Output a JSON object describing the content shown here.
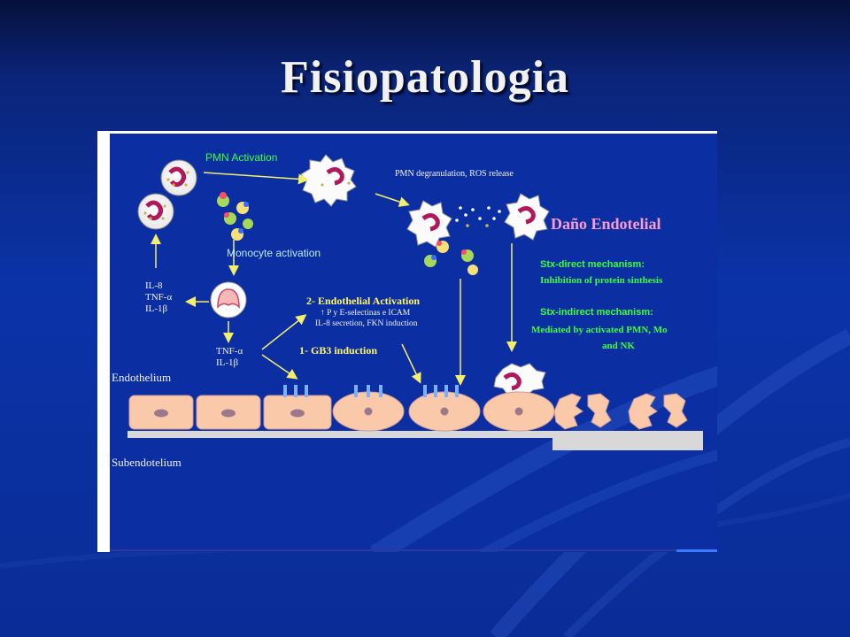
{
  "slide": {
    "title": "Fisiopatologia"
  },
  "diagram": {
    "pmn_activation": "PMN Activation",
    "pmn_degranulation": "PMN degranulation, ROS release",
    "monocyte_activation": "Monocyte activation",
    "cytokines_left": [
      "IL-8",
      "TNF-α",
      "IL-1β"
    ],
    "cytokines_bottom": [
      "TNF-α",
      "IL-1β"
    ],
    "endothelial_activation": {
      "title": "2- Endothelial Activation",
      "line1": "↑ P y E-selectinas e ICAM",
      "line2": "IL-8 secretion, FKN induction"
    },
    "gb3_induction": "1- GB3 induction",
    "endothelium": "Endothelium",
    "subendotelium": "Subendotelium",
    "dano_endotelial": "Daño Endotelial",
    "stx_direct": {
      "title": "Stx-direct mechanism:",
      "body": "Inhibition of protein sinthesis"
    },
    "stx_indirect": {
      "title": "Stx-indirect mechanism:",
      "body1": "Mediated by activated PMN, Mo",
      "body2": "and NK"
    }
  },
  "colors": {
    "label_green": "#39ff3c",
    "title_pink": "#ff9ad0",
    "cell_salmon": "#f9c9a9",
    "arrow_yellow": "#f4ee6a",
    "membrane_gray": "#d8d8d8"
  }
}
